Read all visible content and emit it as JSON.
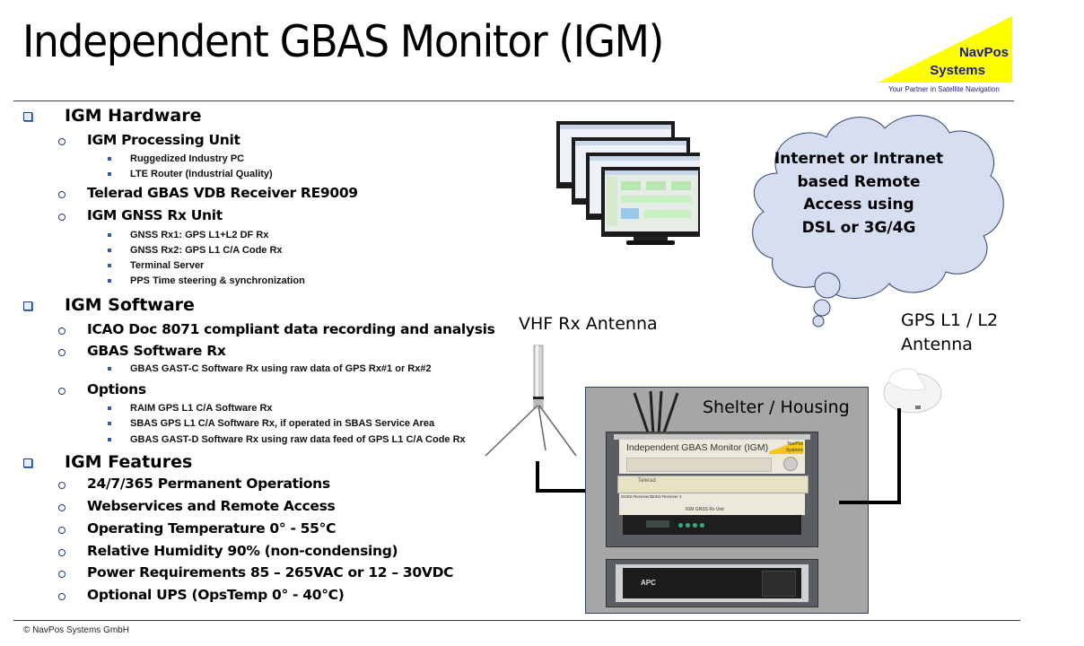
{
  "title": "Independent GBAS Monitor (IGM)",
  "logo": {
    "line1": "NavPos",
    "line2": "Systems",
    "tagline": "Your Partner in Satellite Navigation",
    "color_yellow": "#ffff00",
    "color_text": "#1a1e7a"
  },
  "sections": [
    {
      "label": "IGM Hardware",
      "items": [
        {
          "label": "IGM Processing Unit",
          "children": [
            "Ruggedized Industry PC",
            "LTE Router (Industrial Quality)"
          ]
        },
        {
          "label": "Telerad GBAS VDB Receiver RE9009",
          "children": []
        },
        {
          "label": "IGM GNSS Rx Unit",
          "children": [
            "GNSS Rx1: GPS L1+L2 DF Rx",
            "GNSS Rx2: GPS L1 C/A Code Rx",
            "Terminal Server",
            "PPS Time steering & synchronization"
          ]
        }
      ]
    },
    {
      "label": "IGM Software",
      "items": [
        {
          "label": "ICAO Doc 8071 compliant data recording and analysis",
          "children": []
        },
        {
          "label": "GBAS Software Rx",
          "children": [
            "GBAS GAST-C Software Rx using raw data of GPS Rx#1 or Rx#2"
          ]
        },
        {
          "label": "Options",
          "children": [
            "RAIM GPS L1 C/A Software Rx",
            "SBAS GPS L1 C/A Software Rx, if operated in SBAS Service Area",
            "GBAS GAST-D Software Rx using raw data feed of GPS L1 C/A Code Rx"
          ]
        }
      ]
    },
    {
      "label": "IGM Features",
      "items": [
        {
          "label": "24/7/365 Permanent Operations",
          "children": []
        },
        {
          "label": "Webservices and Remote Access",
          "children": []
        },
        {
          "label": "Operating Temperature 0° - 55°C",
          "children": []
        },
        {
          "label": "Relative Humidity 90% (non-condensing)",
          "children": []
        },
        {
          "label": "Power Requirements 85 – 265VAC or 12 – 30VDC",
          "children": []
        },
        {
          "label": "Optional UPS (OpsTemp 0° - 40°C)",
          "children": []
        }
      ]
    }
  ],
  "diagram": {
    "cloud_text": [
      "Internet or Intranet",
      "based Remote",
      "Access using",
      "DSL or 3G/4G"
    ],
    "vhf_antenna_label": "VHF Rx Antenna",
    "gps_antenna_label": [
      "GPS L1 / L2",
      "Antenna"
    ],
    "shelter_label": "Shelter / Housing",
    "rack_panel_label": "Independent GBAS Monitor (IGM)",
    "rack_logo_text": "NavPos Systems",
    "rack_vdb_label": "Telerad",
    "rack_gnss_unit_label": "IGM GNSS Rx Unit",
    "rack_gnss_rx1_label": "GNSS Receiver 1",
    "rack_gnss_rx2_label": "GNSS Receiver 2",
    "ups_brand": "APC",
    "cloud_fill": "#d6dff2",
    "cloud_stroke": "#2f3f6a",
    "shelter_fill": "#a6a6a6"
  },
  "footer": "© NavPos Systems GmbH"
}
